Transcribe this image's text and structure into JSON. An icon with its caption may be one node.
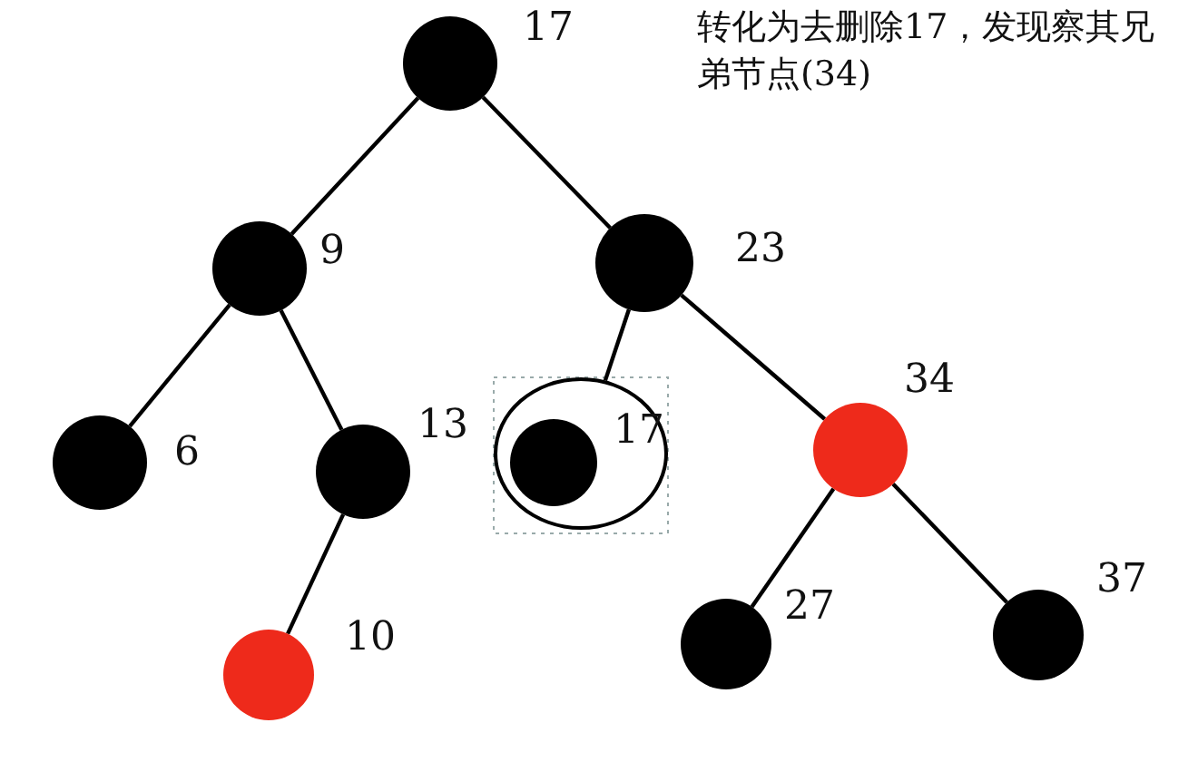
{
  "diagram": {
    "nodes": [
      {
        "text": [],
        "shape": "circle",
        "beside": [
          "17"
        ]
      },
      {
        "text": [],
        "shape": "circle",
        "beside": [
          "9"
        ]
      },
      {
        "text": [],
        "shape": "circle",
        "beside": [
          "23"
        ]
      },
      {
        "text": [],
        "shape": "circle",
        "beside": [
          "6"
        ]
      },
      {
        "text": [],
        "shape": "circle",
        "beside": [
          "13"
        ]
      },
      {
        "text": [],
        "shape": "ellipse"
      },
      {
        "text": [],
        "shape": "circle",
        "beside": [
          "17"
        ],
        "in": 5
      },
      {
        "text": [],
        "shape": "circle",
        "beside": [
          "34"
        ]
      },
      {
        "text": [],
        "shape": "circle",
        "beside": [
          "10"
        ]
      },
      {
        "text": [],
        "shape": "circle",
        "beside": [
          "27"
        ]
      },
      {
        "text": [],
        "shape": "circle",
        "beside": [
          "37"
        ]
      }
    ],
    "edges": [
      {
        "from": 0,
        "to": 1,
        "arrow": "none"
      },
      {
        "from": 0,
        "to": 2,
        "arrow": "none"
      },
      {
        "from": 1,
        "to": 3,
        "arrow": "none"
      },
      {
        "from": 1,
        "to": 4,
        "arrow": "none"
      },
      {
        "from": 4,
        "to": 8,
        "arrow": "none"
      },
      {
        "from": 2,
        "to": 5,
        "arrow": "none"
      },
      {
        "from": 2,
        "to": 7,
        "arrow": "none"
      },
      {
        "from": 7,
        "to": 9,
        "arrow": "none"
      },
      {
        "from": 7,
        "to": 10,
        "arrow": "none"
      }
    ],
    "labels": [
      "转化为去删除17，发现察其兄弟节点(34)"
    ]
  }
}
